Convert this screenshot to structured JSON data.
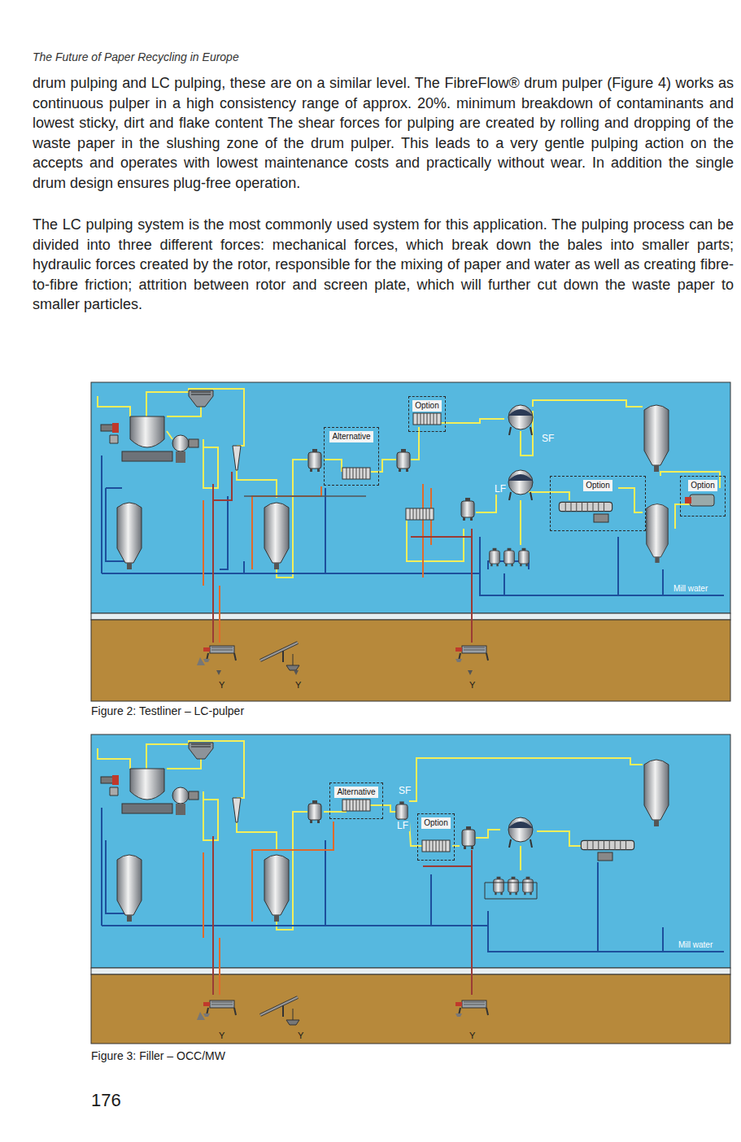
{
  "diagram": {
    "nodes": [
      {
        "text": [
          "Option"
        ]
      },
      {
        "text": [
          "Alternative"
        ]
      },
      {
        "text": [
          "Option"
        ]
      },
      {
        "text": [
          "Option"
        ]
      },
      {
        "text": [
          "Alternative"
        ]
      },
      {
        "text": [
          "Option"
        ]
      }
    ],
    "labels": [
      "The Future of Paper Recycling in Europe",
      "drum pulping and LC pulping, these are on a similar level. The FibreFlow® drum pulper (Figure 4) works as continuous pulper in a high consistency range of approx. 20%. minimum breakdown of contaminants and lowest sticky, dirt and flake content The shear forces for pulping are created by rolling and dropping of the waste paper in the slushing zone of the drum pulper. This leads to a very gentle pulping action on the accepts and operates with lowest maintenance costs and practically without wear. In addition the single drum design ensures plug-free operation.",
      "The LC pulping system is the most commonly used system for this application. The pulping process can be divided into three different forces: mechanical forces, which break down the bales into smaller parts; hydraulic forces created by the rotor, responsible for the mixing of paper and water as well as creating fibre-to-fibre friction; attrition between rotor and screen plate, which will further cut down the waste paper to smaller particles.",
      "SF",
      "LF",
      "Mill water",
      "Y",
      "Y",
      "Y",
      "Figure 2: Testliner – LC-pulper",
      "SF",
      "LF",
      "Mill water",
      "Y",
      "Y",
      "Y",
      "Figure 3: Filler – OCC/MW",
      "176"
    ]
  }
}
